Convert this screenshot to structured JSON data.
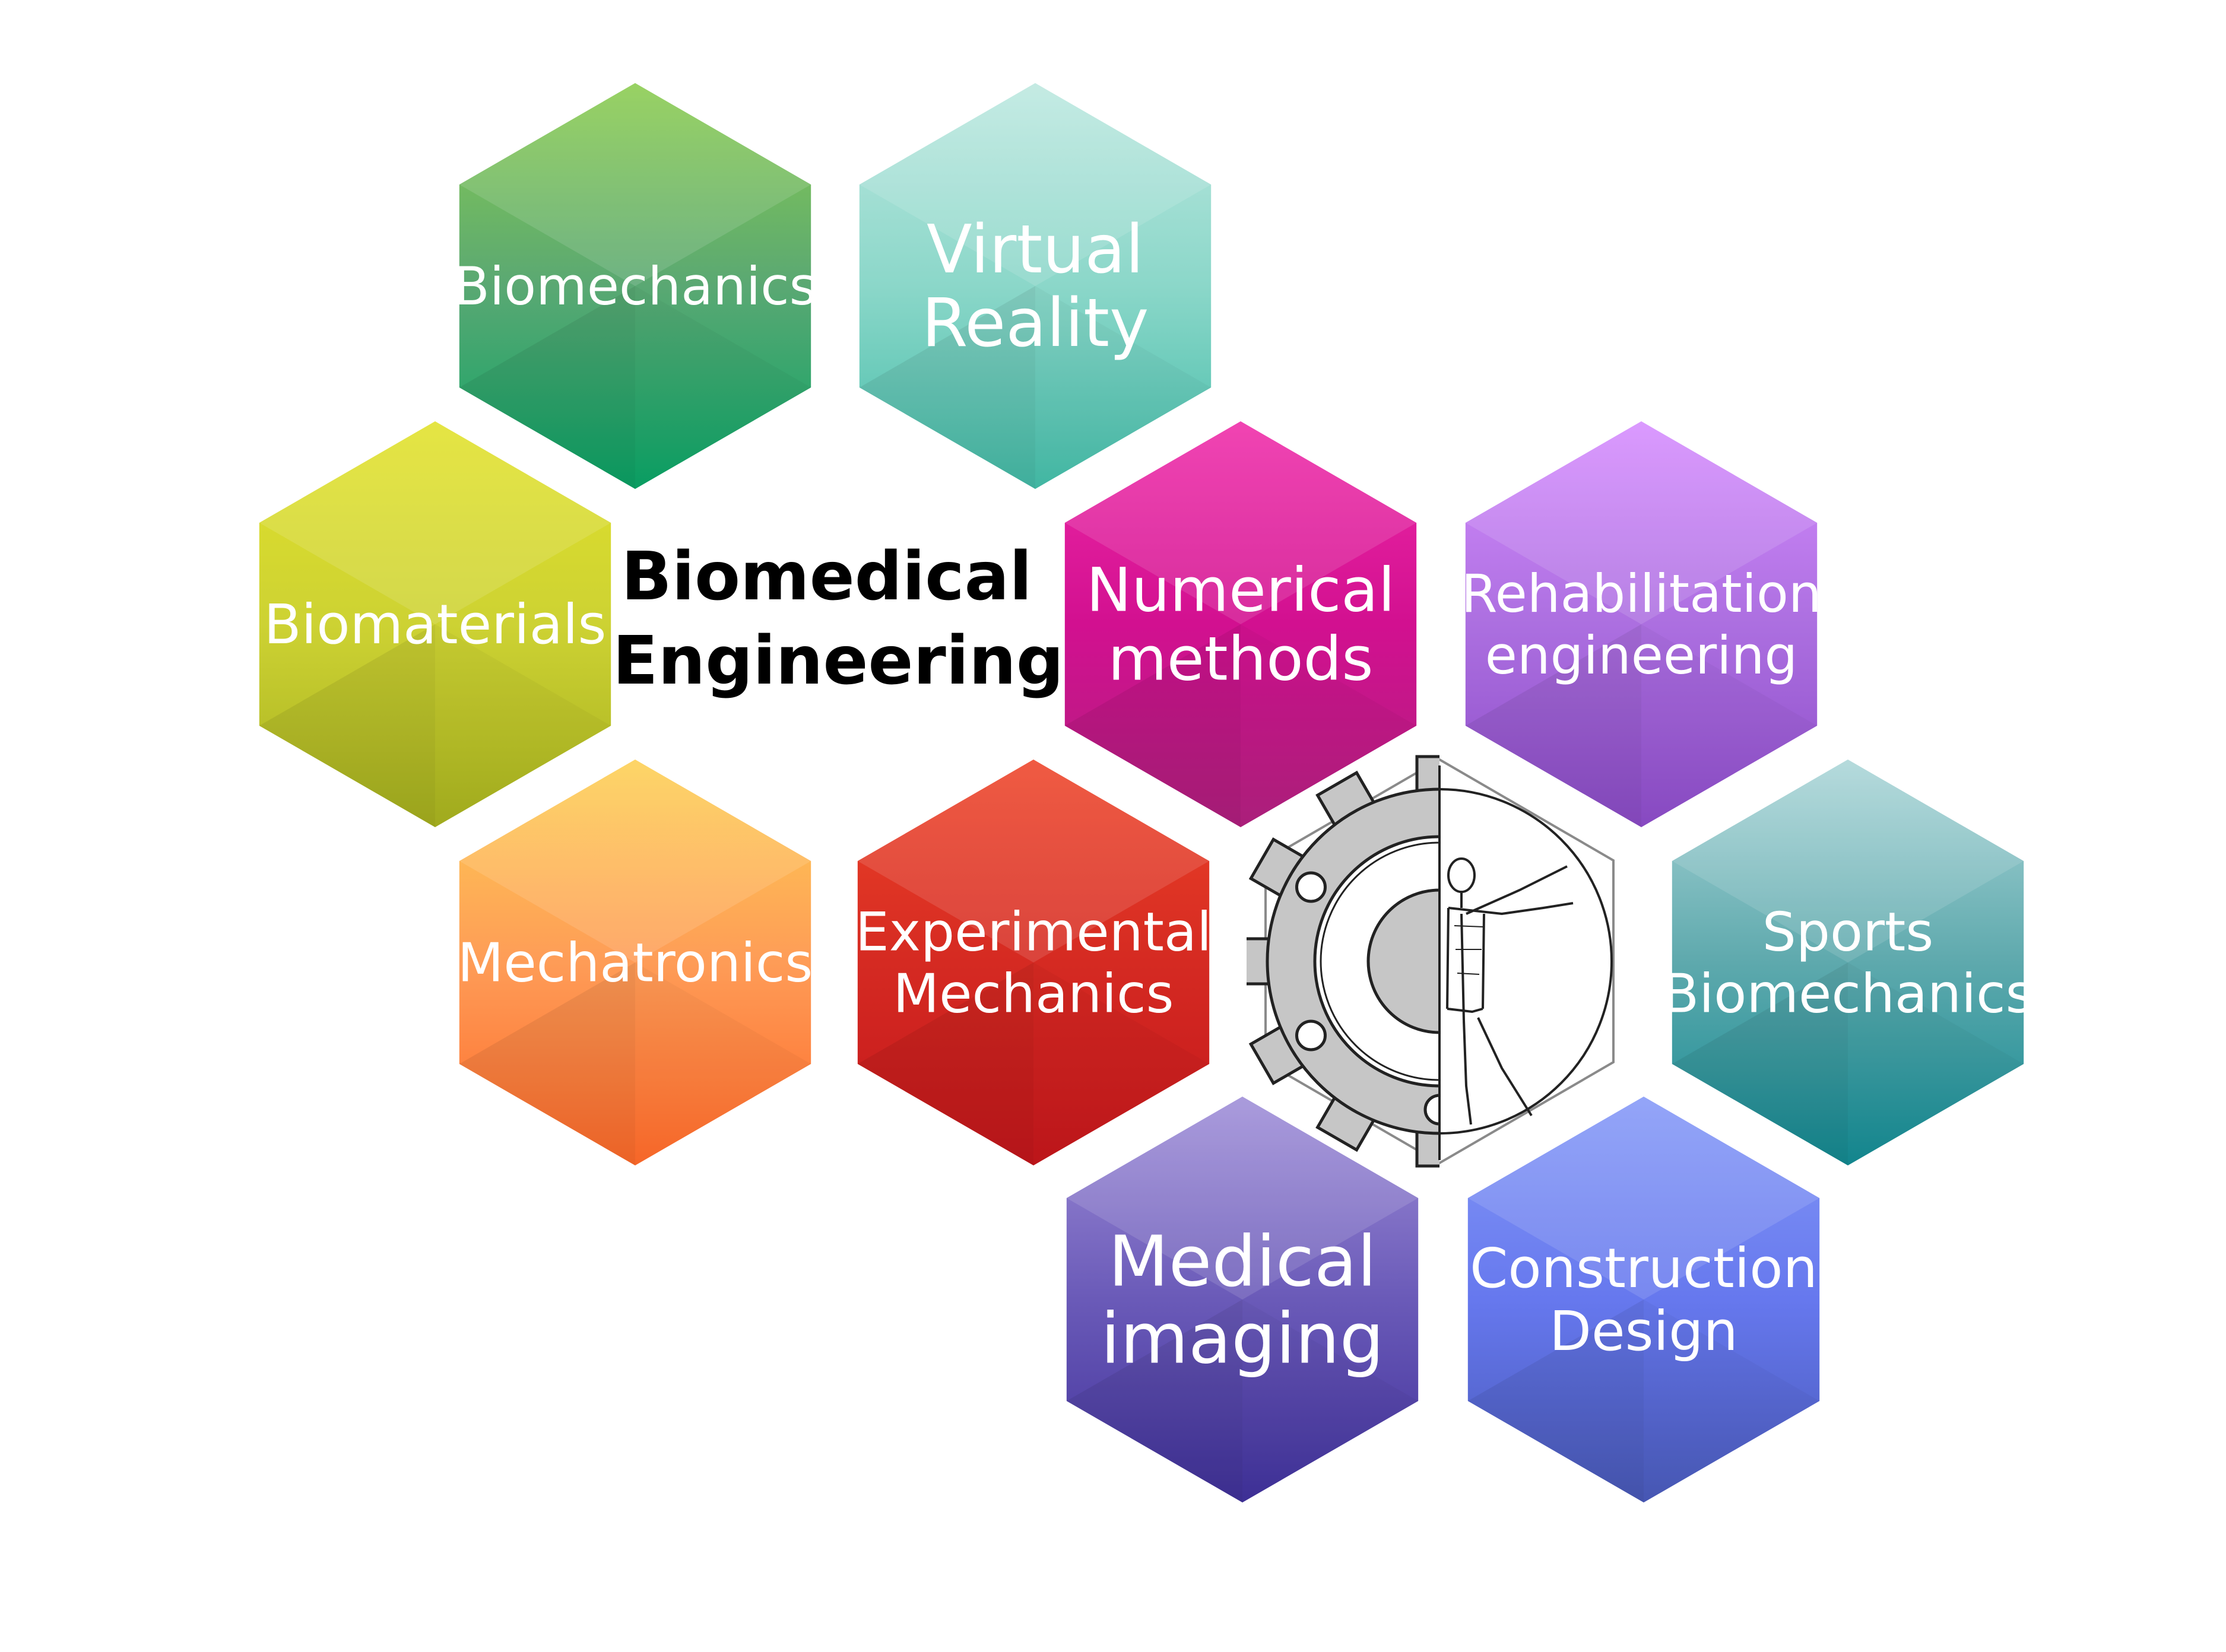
{
  "center_title": {
    "line1": "Biomedical",
    "line2": "Engineering"
  },
  "logo": {
    "name": "gear-vitruvian-man-logo"
  },
  "hexagons": [
    {
      "id": "biomechanics",
      "lines": [
        "Biomechanics"
      ],
      "colors": {
        "top": "#8bcc4e",
        "mid": "#5aa873",
        "bottom": "#0aa366"
      }
    },
    {
      "id": "virtual-reality",
      "lines": [
        "Virtual",
        "Reality"
      ],
      "colors": {
        "top": "#bde8e0",
        "mid": "#8bd7c9",
        "bottom": "#44bca8"
      }
    },
    {
      "id": "biomaterials",
      "lines": [
        "Biomaterials"
      ],
      "colors": {
        "top": "#e2e22a",
        "mid": "#cdd233",
        "bottom": "#a6b01f"
      }
    },
    {
      "id": "numerical-methods",
      "lines": [
        "Numerical",
        "methods"
      ],
      "colors": {
        "top": "#ef2aa8",
        "mid": "#d21090",
        "bottom": "#b0207e"
      }
    },
    {
      "id": "rehabilitation-engineering",
      "lines": [
        "Rehabilitation",
        "engineering"
      ],
      "colors": {
        "top": "#d68cff",
        "mid": "#ac6fe0",
        "bottom": "#8c4cc8"
      }
    },
    {
      "id": "mechatronics",
      "lines": [
        "Mechatronics"
      ],
      "colors": {
        "top": "#fdd053",
        "mid": "#fe9c57",
        "bottom": "#fe6a2a"
      }
    },
    {
      "id": "experimental-mechanics",
      "lines": [
        "Experimental",
        "Mechanics"
      ],
      "colors": {
        "top": "#ee4428",
        "mid": "#d52a22",
        "bottom": "#c3161b"
      }
    },
    {
      "id": "sports-biomechanics",
      "lines": [
        "Sports",
        "Biomechanics"
      ],
      "colors": {
        "top": "#acd6d8",
        "mid": "#5ea9ad",
        "bottom": "#138a92"
      }
    },
    {
      "id": "medical-imaging",
      "lines": [
        "Medical",
        "imaging"
      ],
      "colors": {
        "top": "#9f8ed8",
        "mid": "#6a5ab8",
        "bottom": "#40319a"
      }
    },
    {
      "id": "construction-design",
      "lines": [
        "Construction",
        "Design"
      ],
      "colors": {
        "top": "#8599f7",
        "mid": "#6678ee",
        "bottom": "#4959b8"
      }
    }
  ]
}
